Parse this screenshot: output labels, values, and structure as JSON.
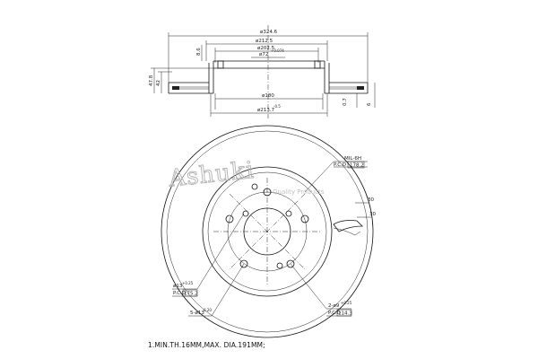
{
  "side_view": {
    "dims": {
      "outer_diameter": "ø324.6",
      "d_212_5": "ø212.5",
      "d_202_5": "ø202.5",
      "center_bore": "ø72",
      "center_bore_tol": "+0.074",
      "hub_diameter": "ø180",
      "d_213_7": "ø213.7",
      "d_213_7_tol": "-0.5",
      "hat_depth": "8.6",
      "height_total": "47.8",
      "height_inner": "42",
      "disc_thickness": "0.7",
      "rim_offset": "6"
    }
  },
  "front_view": {
    "watermark": "Ashuki",
    "watermark_sub": "Quality Products",
    "callouts": {
      "mil_label": "MIL-6H",
      "pcd_thread_label": "P.C.D",
      "pcd_thread_value": "178.2",
      "hole_small_label": "ø13",
      "hole_small_tol": "+0.25",
      "pcd_small_label": "P.C.D",
      "pcd_small_value": "175.2",
      "bolt_holes_label": "5-ø13",
      "bolt_holes_tol": "0.20",
      "pcd_main_label": "P.C.D",
      "pcd_main_value": "114.3",
      "pin_holes_label": "2-ø9",
      "pin_holes_tol": "+0.25",
      "vent_angle_1": "30",
      "vent_angle_2": "30"
    }
  },
  "note": "1.MIN.TH.16MM,MAX. DIA.191MM;"
}
